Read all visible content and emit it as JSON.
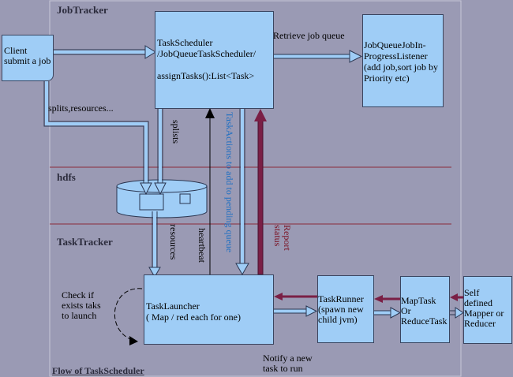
{
  "sections": {
    "jobtracker": "JobTracker",
    "hdfs": "hdfs",
    "tasktracker": "TaskTracker",
    "flow": "Flow of TaskScheduler"
  },
  "boxes": {
    "client": "Client\nsubmit a job",
    "taskscheduler": "TaskScheduler\n/JobQueueTaskScheduler/\n\nassignTasks():List<Task>",
    "jobqueue": "JobQueueJobIn-\nProgressListener\n(add job,sort job by\nPriority etc)",
    "tasklauncher": "TaskLauncher\n( Map / red each for one)",
    "taskrunner": "TaskRunner\n(spawn new\nchild jvm)",
    "maptask": "MapTask\nOr\nReduceTask",
    "selfdefined": "Self\ndefined\nMapper or\nReducer"
  },
  "labels": {
    "retrieve": "Retrieve job queue",
    "splits_resources": "splits,resources...",
    "splists": "splists",
    "taskactions": "TaskActions  to add to pending queue",
    "resources": "resources",
    "heartbeat": "heartbeat",
    "report_status": "Report\nstatus",
    "check": "Check if\nexists taks\nto launch",
    "notify": "Notify a new\ntask to run"
  },
  "colors": {
    "background": "#9a9ab4",
    "box_fill": "#9fcdf6",
    "report_arrow": "#7a1f45",
    "taskactions_text": "#1f6fc2",
    "report_text": "#7a1020",
    "divider": "#8b2a3a"
  }
}
